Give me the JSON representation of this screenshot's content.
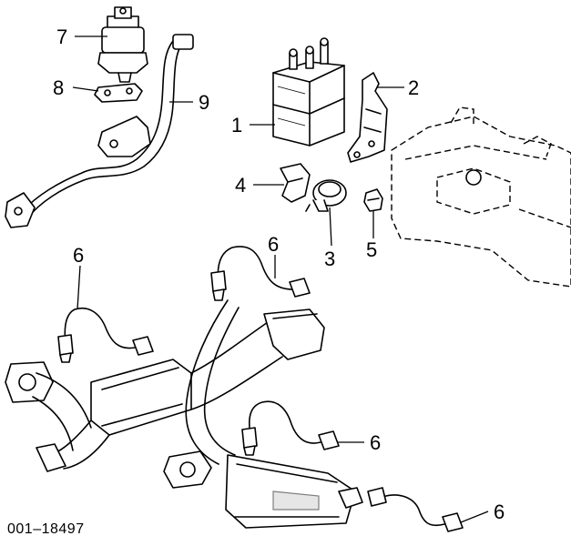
{
  "callouts": {
    "c1": "1",
    "c2": "2",
    "c3": "3",
    "c4": "4",
    "c5": "5",
    "c6a": "6",
    "c6b": "6",
    "c6c": "6",
    "c6d": "6",
    "c7": "7",
    "c8": "8",
    "c9": "9"
  },
  "reference_number": "001–18497"
}
